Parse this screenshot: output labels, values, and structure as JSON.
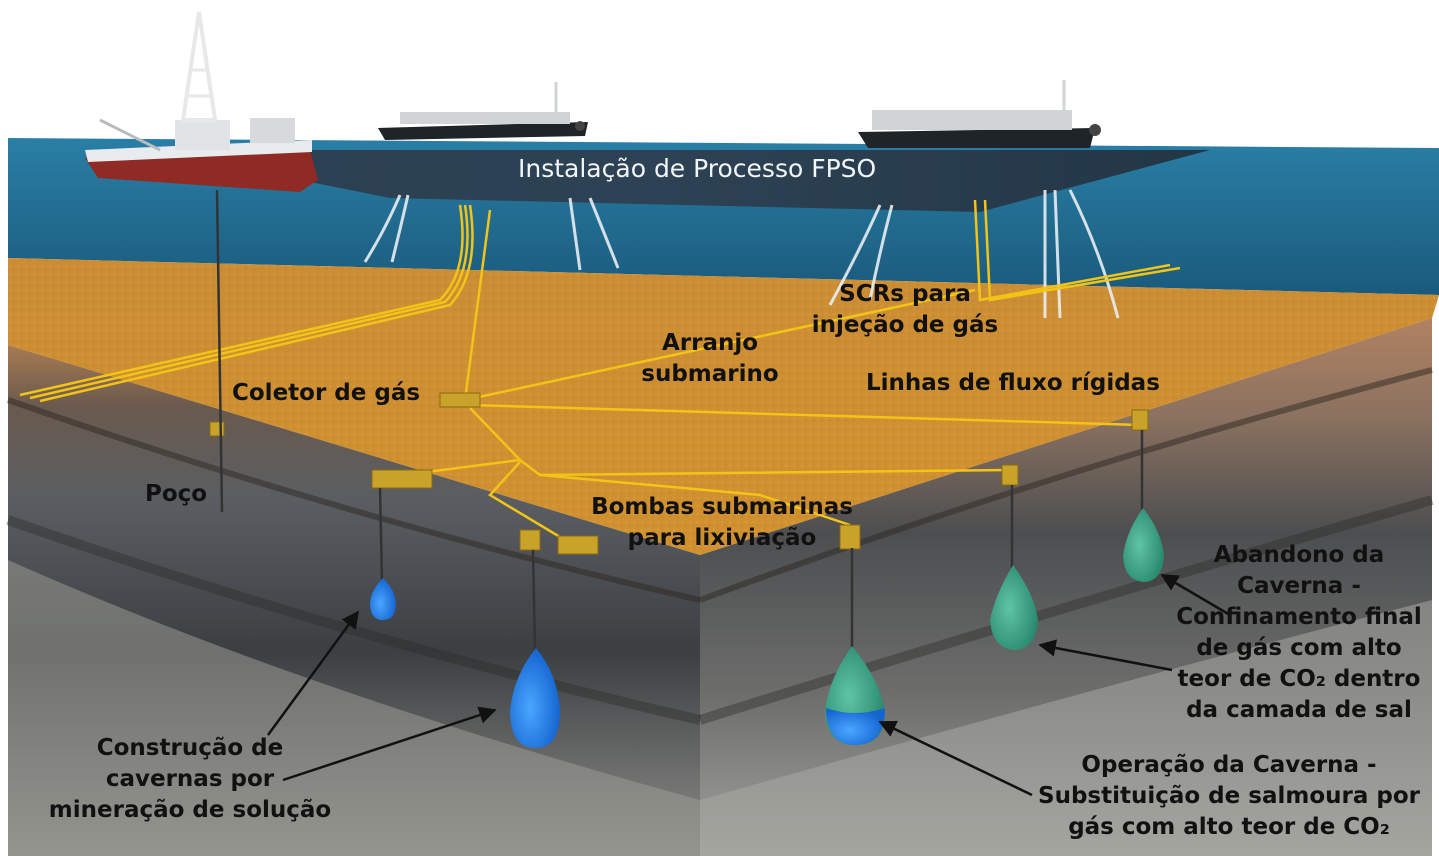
{
  "diagram": {
    "title": "Instalação de Processo FPSO",
    "labels": {
      "scr": "SCRs para\ninjeção de gás",
      "arranjo": "Arranjo\nsubmarino",
      "coletor": "Coletor de gás",
      "linhas": "Linhas de fluxo rígidas",
      "poco": "Poço",
      "bombas": "Bombas submarinas\npara lixiviação",
      "construcao": "Construção de\ncavernas por\nmineração de solução",
      "abandono": "Abandono da\nCaverna -\nConfinamento final\nde gás com alto\nteor de CO₂ dentro\nda camada de sal",
      "operacao": "Operação da Caverna -\nSubstituição de salmoura por\ngás com alto teor de CO₂"
    },
    "colors": {
      "sea": "#1f6d93",
      "sea_dark": "#24394a",
      "seabed": "#c9892e",
      "pipeline": "#f2c418",
      "cavern_brine": "#1f7ee6",
      "cavern_gas": "#3fa88a",
      "rock_dark": "#2b2e30",
      "text": "#111111",
      "title_text": "#f2f6f8"
    }
  }
}
